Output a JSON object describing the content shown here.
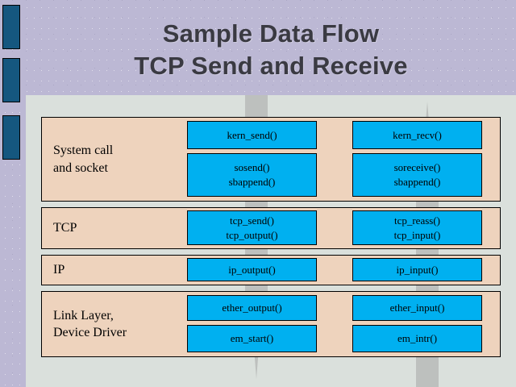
{
  "slide": {
    "title_line1": "Sample Data Flow",
    "title_line2": "TCP Send and Receive",
    "background_color": "#bcb8d4",
    "panel_color": "#dae0dc",
    "accent_bar_color": "#15577f",
    "layer_box_color": "#eed3bd",
    "function_box_color": "#00b0f0",
    "arrow_color": "#b0b0b0"
  },
  "decor": {
    "bars": [
      "accent-bar-1",
      "accent-bar-2",
      "accent-bar-3"
    ]
  },
  "arrows": [
    {
      "name": "send-path-arrow",
      "direction": "down",
      "column": "left"
    },
    {
      "name": "receive-path-arrow",
      "direction": "up",
      "column": "right"
    }
  ],
  "diagram": {
    "columns": [
      "send",
      "receive"
    ],
    "rows": [
      {
        "label": "System call\nand socket",
        "send": [
          "kern_send()",
          "sosend()\nsbappend()"
        ],
        "receive": [
          "kern_recv()",
          "soreceive()\nsbappend()"
        ]
      },
      {
        "label": "TCP",
        "send": [
          "tcp_send()\ntcp_output()"
        ],
        "receive": [
          "tcp_reass()\ntcp_input()"
        ]
      },
      {
        "label": "IP",
        "send": [
          "ip_output()"
        ],
        "receive": [
          "ip_input()"
        ]
      },
      {
        "label": "Link Layer,\nDevice Driver",
        "send": [
          "ether_output()",
          "em_start()"
        ],
        "receive": [
          "ether_input()",
          "em_intr()"
        ]
      }
    ]
  }
}
